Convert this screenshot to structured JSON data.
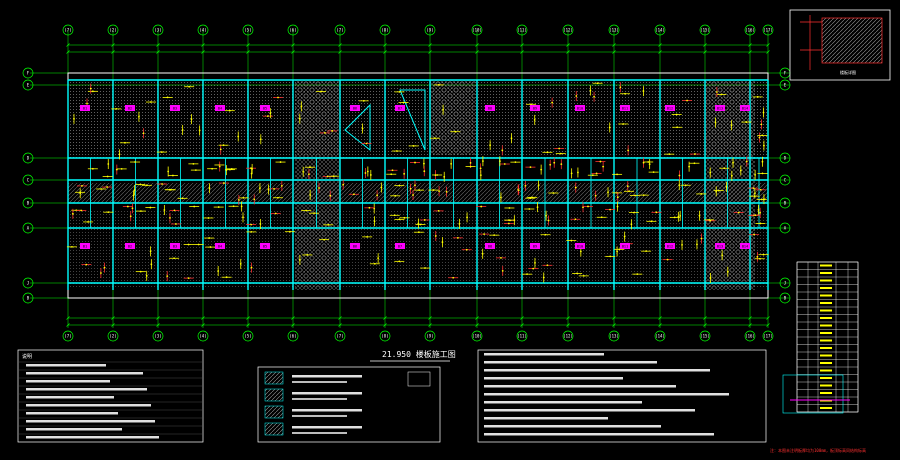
{
  "drawing": {
    "title": "21.950 楼板施工图",
    "grid_top": [
      "(7)",
      "(2)",
      "(3)",
      "(4)",
      "(5)",
      "(6)",
      "(7)",
      "(8)",
      "(9)",
      "(10)",
      "(11)",
      "(12)",
      "(13)",
      "(14)",
      "(15)",
      "(16)",
      "(17)"
    ],
    "grid_side": [
      "F",
      "E",
      "D",
      "C",
      "B",
      "A",
      "J",
      "B",
      "A"
    ],
    "slab_tags": [
      "B1",
      "B2",
      "B3",
      "B4",
      "B5",
      "B6",
      "B7",
      "B8",
      "B9",
      "B10",
      "B11",
      "B12",
      "B13",
      "B14"
    ],
    "bottom_note": "注：本图未注明板厚均为100mm，板顶标高同结构标高",
    "legend_title": "说明",
    "inset_caption": "楼板详图"
  },
  "colors": {
    "background": "#000000",
    "grid": "#00ff00",
    "wall": "#00ffff",
    "slab": "#ffffff",
    "rebar": "#ffff00",
    "rebar_alt": "#ff3030",
    "tag": "#ff00ff",
    "hatch": "#c0c0c0"
  }
}
